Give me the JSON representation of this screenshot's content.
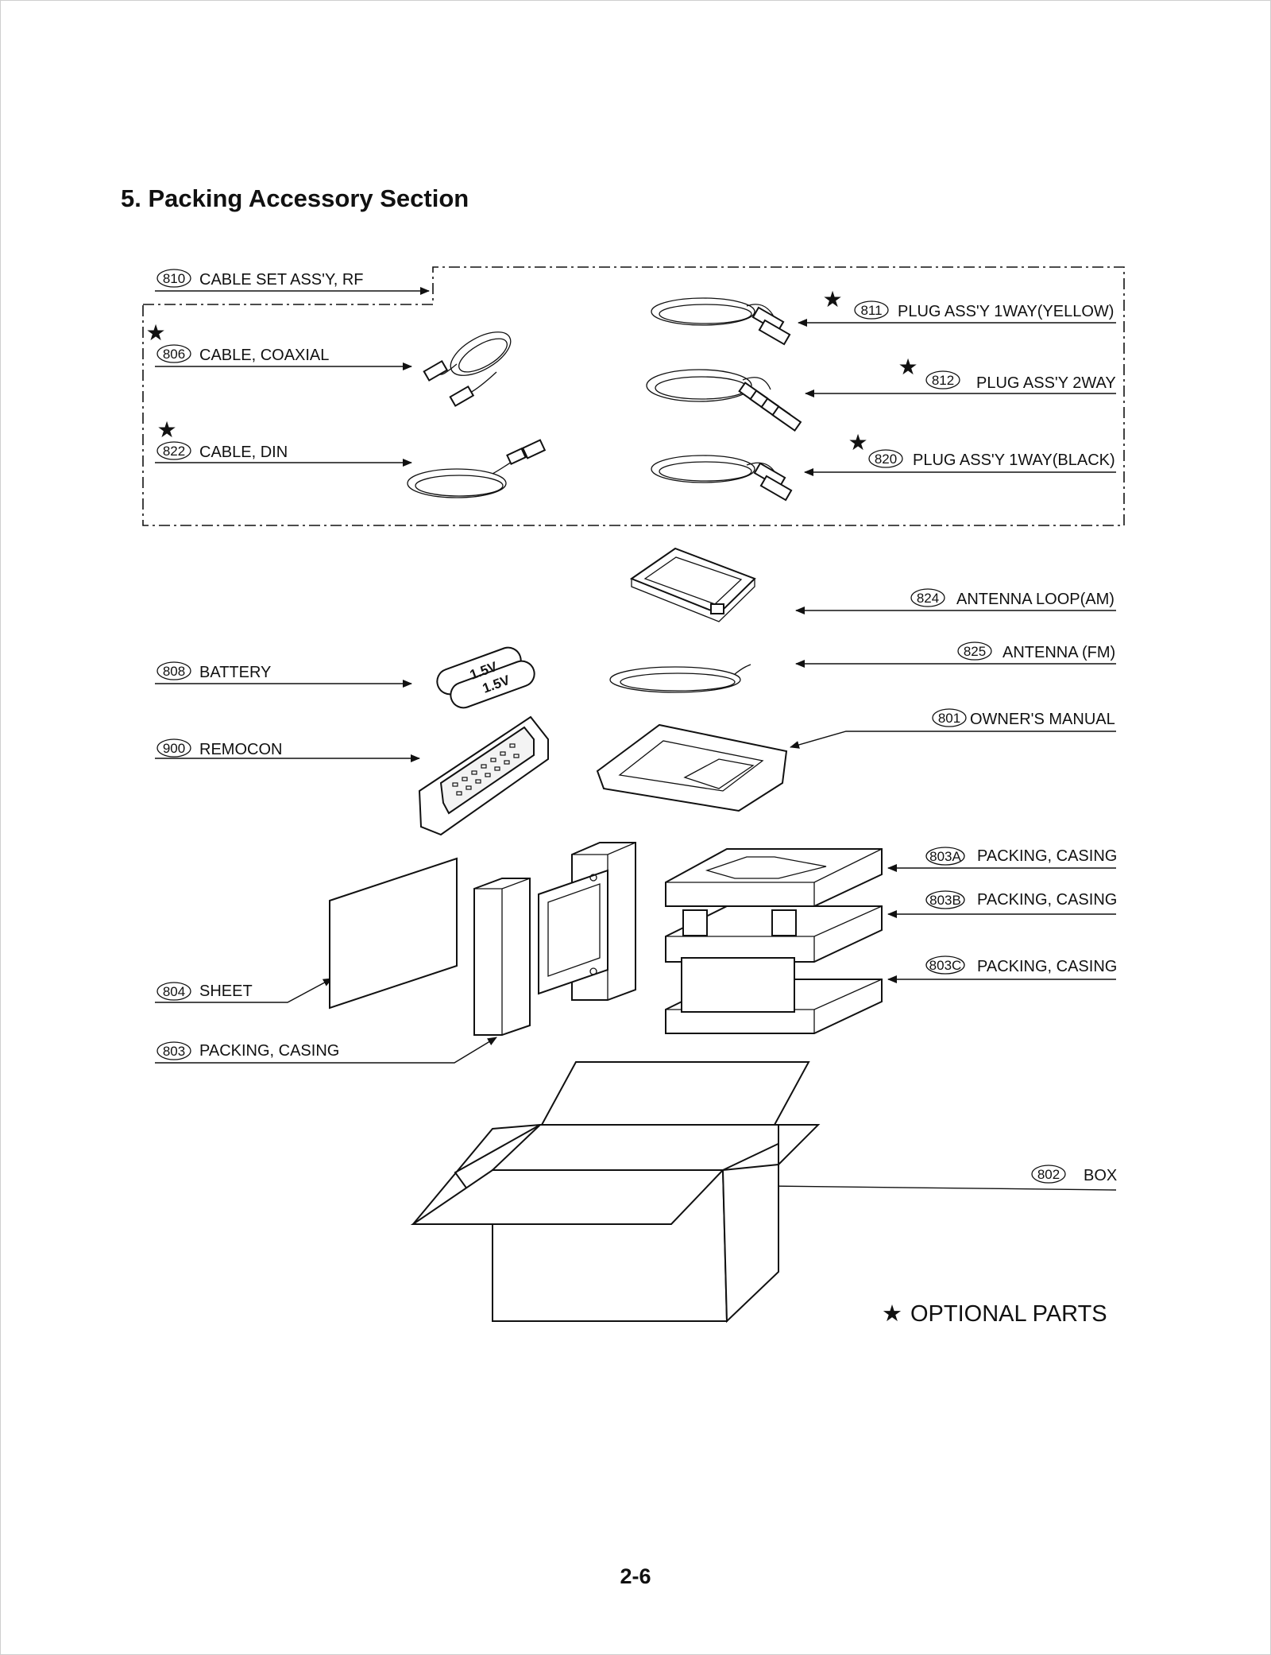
{
  "page": {
    "title": "5. Packing Accessory Section",
    "page_number": "2-6"
  },
  "legend": {
    "star": "★",
    "text": "OPTIONAL PARTS"
  },
  "parts": {
    "p810": {
      "no": "810",
      "label": "CABLE SET ASS'Y, RF",
      "optional": false
    },
    "p806": {
      "no": "806",
      "label": "CABLE, COAXIAL",
      "optional": true
    },
    "p822": {
      "no": "822",
      "label": "CABLE, DIN",
      "optional": true
    },
    "p811": {
      "no": "811",
      "label": "PLUG ASS'Y 1WAY(YELLOW)",
      "optional": true
    },
    "p812": {
      "no": "812",
      "label": "PLUG ASS'Y 2WAY",
      "optional": true
    },
    "p820": {
      "no": "820",
      "label": "PLUG ASS'Y 1WAY(BLACK)",
      "optional": true
    },
    "p824": {
      "no": "824",
      "label": "ANTENNA LOOP(AM)",
      "optional": false
    },
    "p825": {
      "no": "825",
      "label": "ANTENNA (FM)",
      "optional": false
    },
    "p808": {
      "no": "808",
      "label": "BATTERY",
      "optional": false
    },
    "p900": {
      "no": "900",
      "label": "REMOCON",
      "optional": false
    },
    "p801": {
      "no": "801",
      "label": "OWNER'S MANUAL",
      "optional": false
    },
    "p803A": {
      "no": "803A",
      "label": "PACKING, CASING",
      "optional": false
    },
    "p803B": {
      "no": "803B",
      "label": "PACKING, CASING",
      "optional": false
    },
    "p803C": {
      "no": "803C",
      "label": "PACKING, CASING",
      "optional": false
    },
    "p804": {
      "no": "804",
      "label": "SHEET",
      "optional": false
    },
    "p803": {
      "no": "803",
      "label": "PACKING, CASING",
      "optional": false
    },
    "p802": {
      "no": "802",
      "label": "BOX",
      "optional": false
    }
  },
  "battery_text": "1.5V"
}
